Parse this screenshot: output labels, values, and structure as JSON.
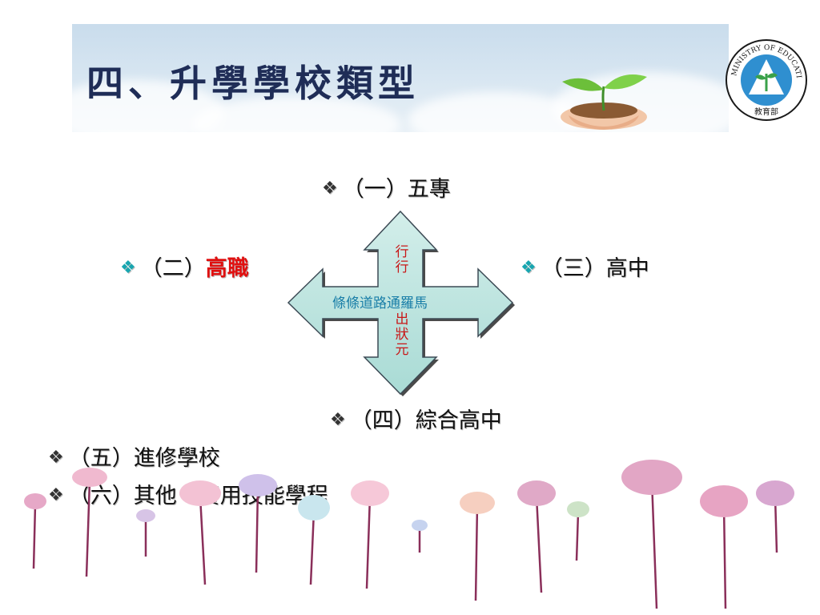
{
  "slide": {
    "title": "四、升學學校類型",
    "logo_text": "MINISTRY OF EDUCATION",
    "logo_sub": "教育部",
    "items": {
      "one": "（一）五專",
      "two_prefix": "（二）",
      "two_highlight": "高職",
      "three": "（三）高中",
      "four": "（四）綜合高中",
      "five": "（五）進修學校",
      "six": "（六）其他－實用技能學程"
    },
    "diagram": {
      "top_text": "行行",
      "center_text": "條條道路通羅馬",
      "bottom_text": "出狀元"
    },
    "bullet_glyph": "❖"
  }
}
